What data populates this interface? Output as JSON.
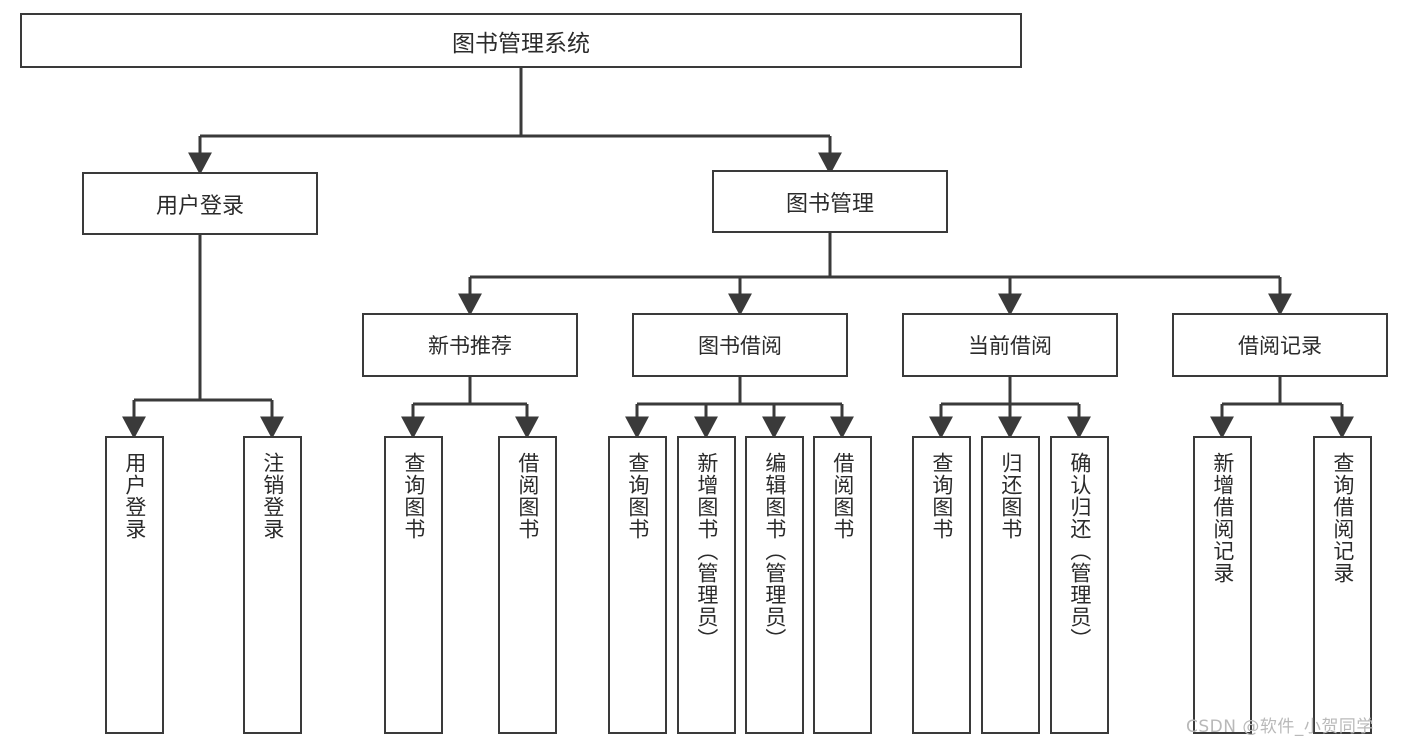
{
  "diagram": {
    "title": "图书管理系统",
    "type": "functional-structure-tree",
    "colors": {
      "box_border": "#3a3a3a",
      "box_fill": "#ffffff",
      "edge": "#3a3a3a",
      "text": "#2b2b2b",
      "watermark": "#b9b9b9"
    },
    "root": {
      "label": "图书管理系统"
    },
    "level2": [
      {
        "label": "用户登录"
      },
      {
        "label": "图书管理"
      }
    ],
    "level3": [
      {
        "label": "新书推荐"
      },
      {
        "label": "图书借阅"
      },
      {
        "label": "当前借阅"
      },
      {
        "label": "借阅记录"
      }
    ],
    "leaves": {
      "user_login": [
        {
          "label": "用户登录"
        },
        {
          "label": "注销登录"
        }
      ],
      "new_book_recommend": [
        {
          "label": "查询图书"
        },
        {
          "label": "借阅图书"
        }
      ],
      "book_borrow": [
        {
          "label": "查询图书"
        },
        {
          "label": "新增图书（管理员）"
        },
        {
          "label": "编辑图书（管理员）"
        },
        {
          "label": "借阅图书"
        }
      ],
      "current_borrow": [
        {
          "label": "查询图书"
        },
        {
          "label": "归还图书"
        },
        {
          "label": "确认归还（管理员）"
        }
      ],
      "borrow_record": [
        {
          "label": "新增借阅记录"
        },
        {
          "label": "查询借阅记录"
        }
      ]
    }
  },
  "watermark": {
    "text": "CSDN @软件_小贺同学"
  }
}
